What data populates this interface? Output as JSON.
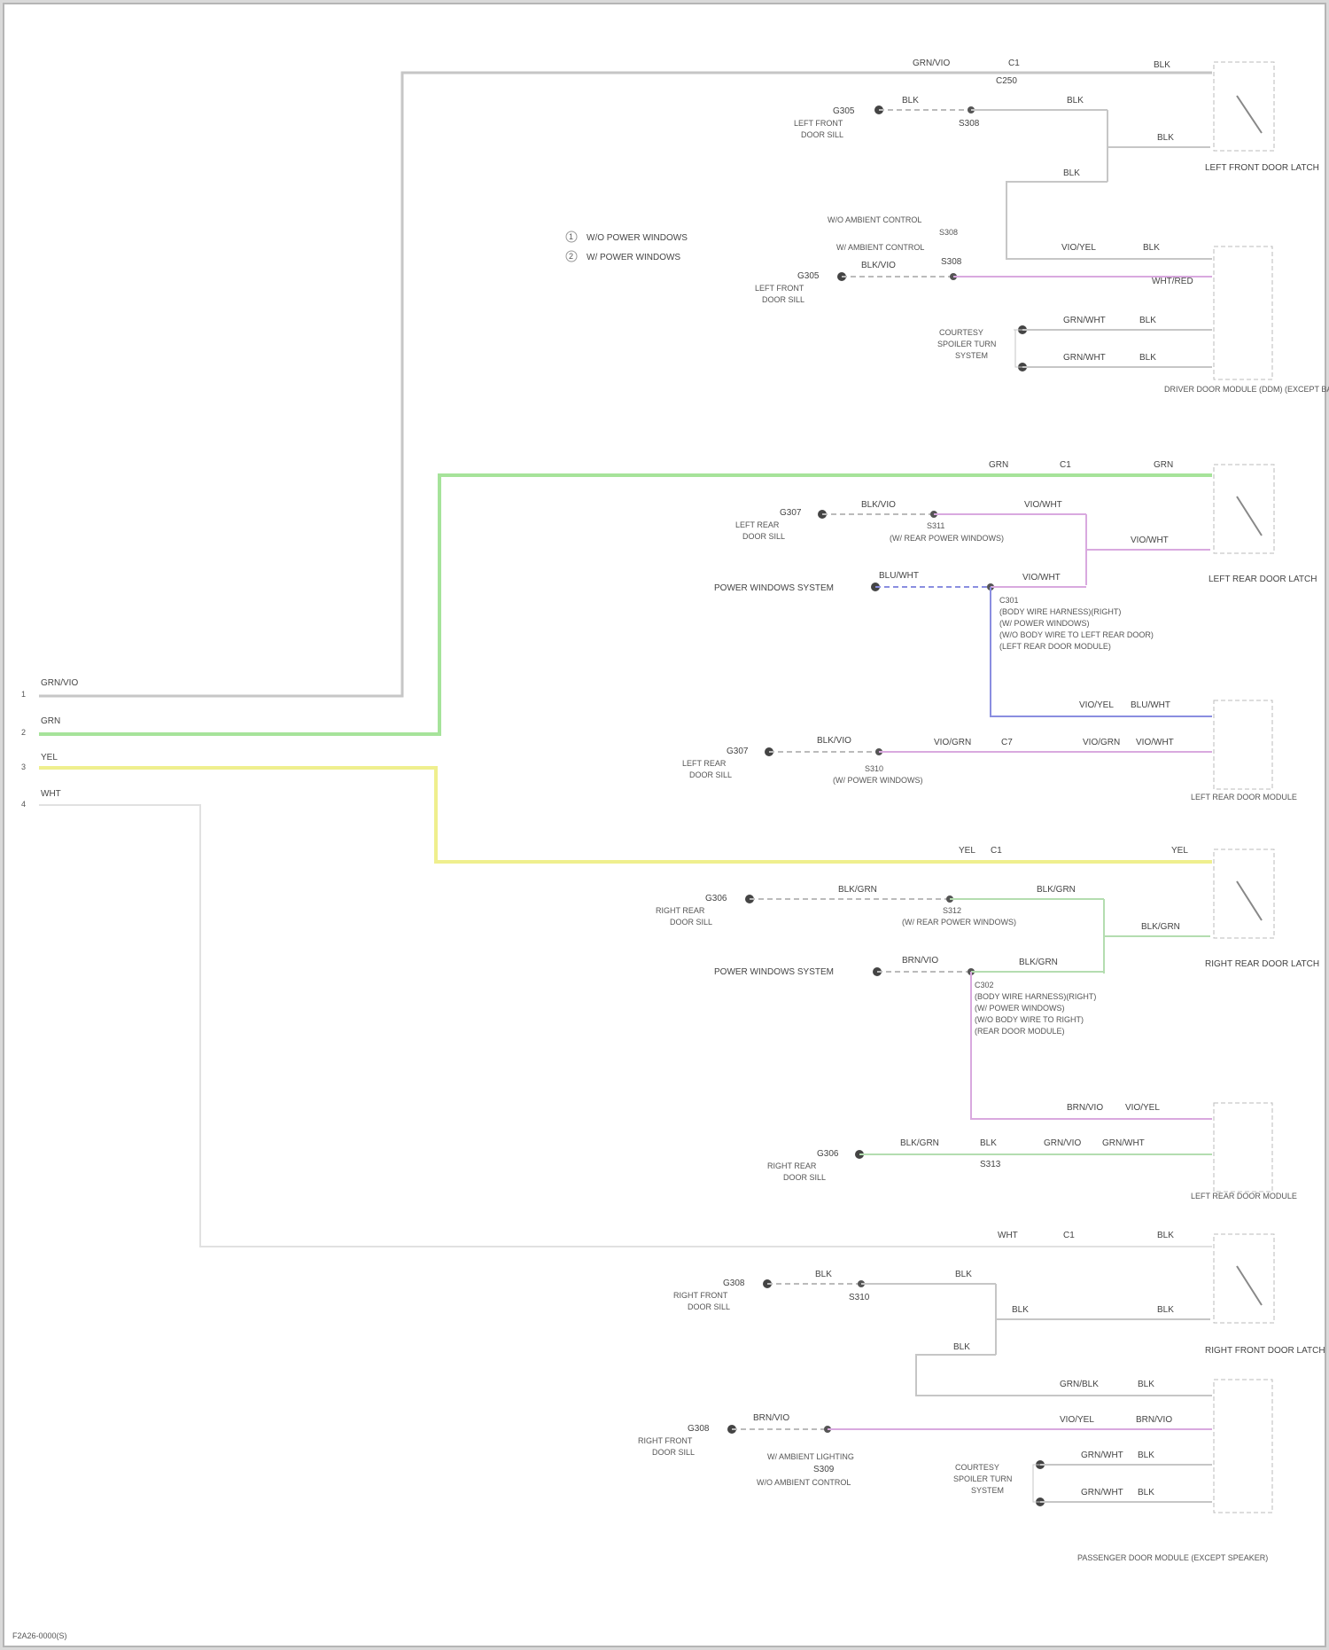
{
  "legend": [
    {
      "symbol": "1",
      "label": "W/O POWER WINDOWS"
    },
    {
      "symbol": "2",
      "label": "W/ POWER WINDOWS"
    }
  ],
  "inputs": [
    {
      "pin": "1",
      "label": "GRN/VIO"
    },
    {
      "pin": "2",
      "label": "GRN"
    },
    {
      "pin": "3",
      "label": "YEL"
    },
    {
      "pin": "4",
      "label": "WHT"
    }
  ],
  "footer": "F2A26-0000(S)",
  "components": {
    "lf_door_latch": "LEFT FRONT DOOR LATCH",
    "driver_door_module": "DRIVER DOOR MODULE (DDM) (EXCEPT BASE) / (EXCEPT SPEAKER)",
    "lr_door_latch": "LEFT REAR DOOR LATCH",
    "lr_door_module": "LEFT REAR DOOR MODULE",
    "rr_door_latch": "RIGHT REAR DOOR LATCH",
    "rf_door_module": "LEFT REAR DOOR MODULE",
    "rf_door_latch": "RIGHT FRONT DOOR LATCH",
    "passenger_door_module": "PASSENGER DOOR MODULE (EXCEPT SPEAKER)"
  },
  "grounds": {
    "g1": {
      "id": "G305",
      "lines": [
        "LEFT FRONT",
        "DOOR SILL"
      ]
    },
    "g2": {
      "id": "G305",
      "lines": [
        "LEFT FRONT",
        "DOOR SILL"
      ]
    },
    "g3": {
      "id": "G307",
      "lines": [
        "LEFT REAR",
        "DOOR SILL"
      ]
    },
    "g4": {
      "id": "G307",
      "lines": [
        "LEFT REAR",
        "DOOR SILL"
      ]
    },
    "g5": {
      "id": "G306",
      "lines": [
        "RIGHT REAR",
        "DOOR SILL"
      ]
    },
    "g6": {
      "id": "G306",
      "lines": [
        "RIGHT REAR",
        "DOOR SILL"
      ]
    },
    "g7": {
      "id": "G308",
      "lines": [
        "RIGHT FRONT",
        "DOOR SILL"
      ]
    },
    "g8": {
      "id": "G308",
      "lines": [
        "RIGHT FRONT",
        "DOOR SILL"
      ]
    }
  },
  "notes": {
    "ambient_control": [
      "W/O AMBIENT CONTROL",
      "S308",
      "W/ AMBIENT CONTROL"
    ],
    "s308b": "S308",
    "s310": "S310",
    "s311": [
      "S311",
      "(W/ REAR POWER WINDOWS)"
    ],
    "s312": [
      "S312",
      "(W/ REAR POWER WINDOWS)"
    ],
    "lr_module_splice": [
      "S310",
      "(W/ POWER WINDOWS)"
    ],
    "power_windows_system_1": "POWER WINDOWS SYSTEM",
    "power_windows_system_2": "POWER WINDOWS SYSTEM",
    "s301_note": [
      "C301",
      "(BODY WIRE HARNESS)(RIGHT)",
      "(W/ POWER WINDOWS)",
      "(W/O BODY WIRE TO LEFT REAR DOOR)",
      "(LEFT REAR DOOR MODULE)"
    ],
    "s302_note": [
      "C302",
      "(BODY WIRE HARNESS)(RIGHT)",
      "(W/ POWER WINDOWS)",
      "(W/O BODY WIRE TO RIGHT)",
      "(REAR DOOR MODULE)"
    ],
    "s309": [
      "W/ AMBIENT LIGHTING",
      "S309",
      "W/O AMBIENT CONTROL"
    ],
    "s313": "S313"
  },
  "courtesy_labels": {
    "driver": [
      "COURTESY",
      "SPOILER TURN",
      "SYSTEM"
    ],
    "passenger": [
      "COURTESY",
      "SPOILER TURN",
      "SYSTEM"
    ]
  },
  "wire_labels": {
    "top_grnvio": "GRN/VIO",
    "top_blk": "BLK",
    "top_c1": "C1",
    "top_c250": "C250",
    "blk_a": "BLK",
    "blk_b": "BLK",
    "blk_c": "BLK",
    "ddm_blk": "BLK",
    "ddm_vio": "VIO/YEL",
    "ddm_blkvio": "BLK/VIO",
    "ddm_wht": "WHT/RED",
    "ddm_grnwht": "GRN/WHT",
    "ddm_blk2": "BLK",
    "grn_top": "GRN",
    "grn_c1": "C1",
    "grn_c2": "GRN",
    "lr_blkvio": "BLK/VIO",
    "lr_viowht": "VIO/WHT",
    "pw_bluwht": "BLU/WHT",
    "pw_viowht": "VIO/WHT",
    "lr_mod_vio": "VIO/YEL",
    "lr_mod_blu": "BLU/WHT",
    "lr_mod_viogrn": "VIO/GRN",
    "lr_mod_viogrn2": "VIO/GRN",
    "lr_mod_c7": "C7",
    "yel_top": "YEL",
    "yel_c1": "C1",
    "yel_c2": "YEL",
    "rr_blkgrn": "BLK/GRN",
    "rr_blkgrn2": "BLK/GRN",
    "rr_grnwht": "GRN/WHT",
    "rr_vio": "BRN/VIO",
    "rr_blkgrn3": "BLK/GRN",
    "rf_vio": "BRN/VIO",
    "rf_vio2": "VIO/YEL",
    "rf_blk": "BLK/GRN",
    "rf_blk2": "BLK",
    "rf_grnvio": "GRN/VIO",
    "wht_top": "WHT",
    "wht_c1": "C1",
    "wht_blk": "BLK",
    "wht_blk2": "BLK",
    "wht_blk3": "BLK",
    "wht_blk4": "BLK",
    "wht_blk5": "BLK",
    "pdm_grn": "GRN/BLK",
    "pdm_blk": "BLK",
    "pdm_vio": "BRN/VIO",
    "pdm_vio2": "VIO/YEL",
    "pdm_grnwht": "GRN/WHT",
    "pdm_blk2": "BLK",
    "pdm_grnwht2": "GRN/WHT",
    "pdm_blk3": "BLK"
  },
  "colors": {
    "gray": "#c4c4c4",
    "green": "#a6e39a",
    "yellow": "#efef8e",
    "violet": "#d9a9df",
    "blue": "#8a8ee0",
    "paleGreen": "#b4ddb0"
  }
}
